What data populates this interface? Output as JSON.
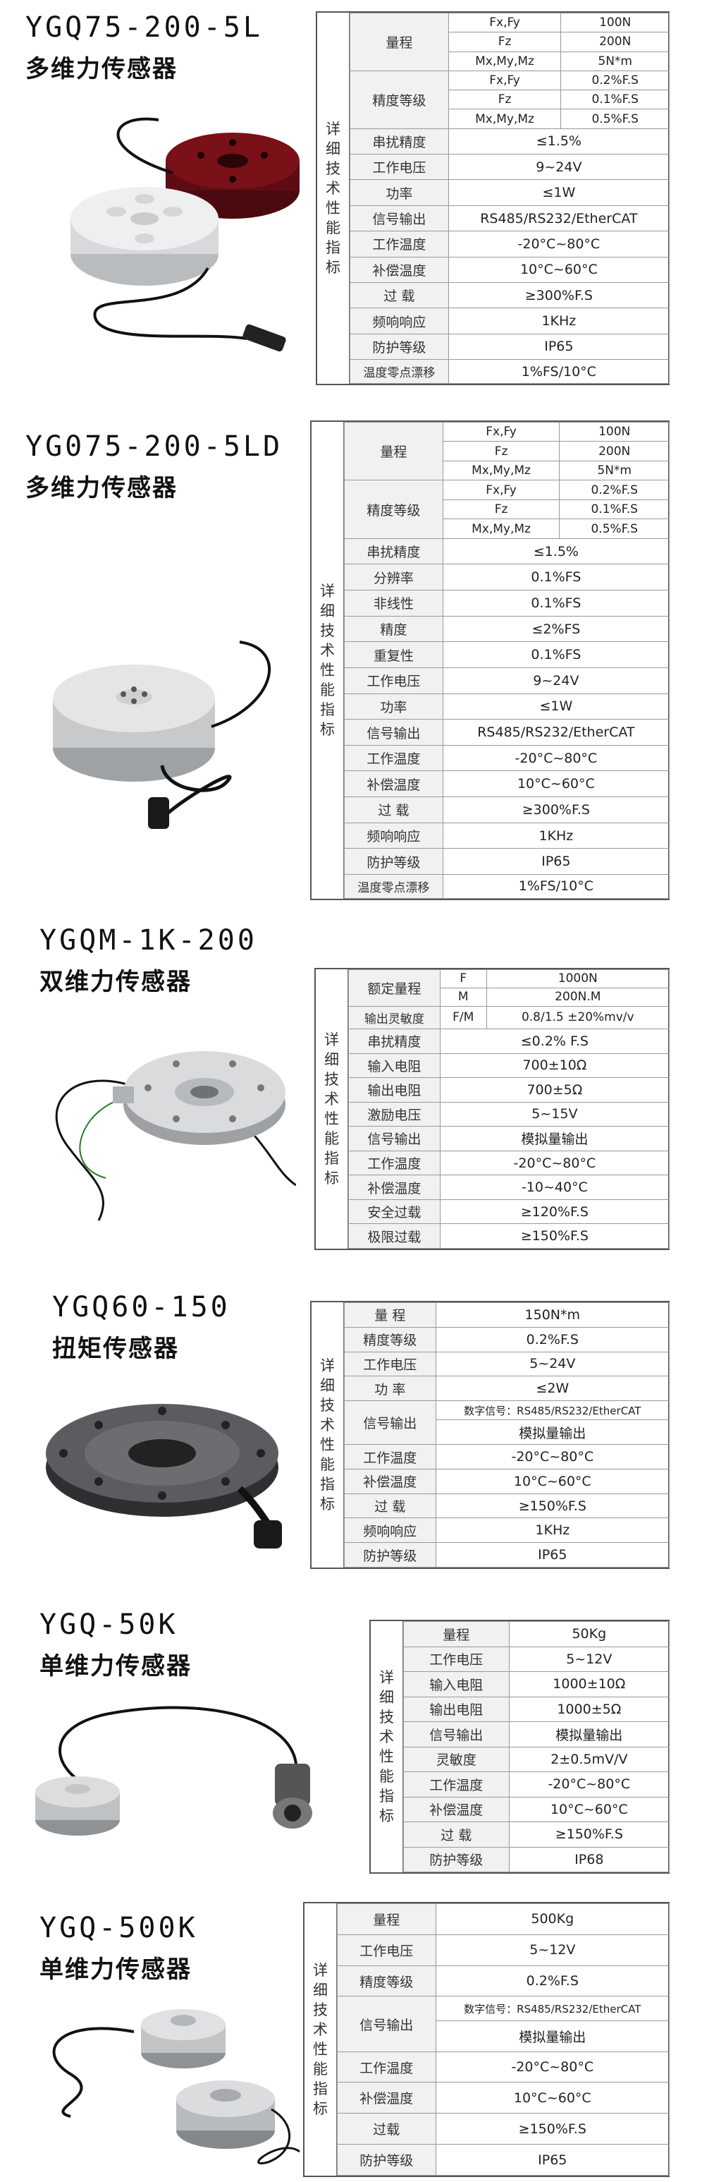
{
  "colors": {
    "accent": "#222222",
    "border": "#555555",
    "key_bg": "#f1f1f1",
    "red_sensor": "#7a1018"
  },
  "sections": [
    {
      "model": "YGQ75-200-5L",
      "name": "多维力传感器",
      "vlabel": [
        "详",
        "细",
        "技",
        "术",
        "性",
        "能",
        "指",
        "标"
      ],
      "range_label": "量程",
      "range": [
        [
          "Fx,Fy",
          "100N"
        ],
        [
          "Fz",
          "200N"
        ],
        [
          "Mx,My,Mz",
          "5N*m"
        ]
      ],
      "accuracy_label": "精度等级",
      "accuracy": [
        [
          "Fx,Fy",
          "0.2%F.S"
        ],
        [
          "Fz",
          "0.1%F.S"
        ],
        [
          "Mx,My,Mz",
          "0.5%F.S"
        ]
      ],
      "rows": [
        [
          "串扰精度",
          "≤1.5%"
        ],
        [
          "工作电压",
          "9~24V"
        ],
        [
          "功率",
          "≤1W"
        ],
        [
          "信号输出",
          "RS485/RS232/EtherCAT"
        ],
        [
          "工作温度",
          "-20°C~80°C"
        ],
        [
          "补偿温度",
          "10°C~60°C"
        ],
        [
          "过 载",
          "≥300%F.S"
        ],
        [
          "频响响应",
          "1KHz"
        ],
        [
          "防护等级",
          "IP65"
        ],
        [
          "温度零点漂移",
          "1%FS/10°C"
        ]
      ]
    },
    {
      "model": "YG075-200-5LD",
      "name": "多维力传感器",
      "vlabel": [
        "详",
        "细",
        "技",
        "术",
        "性",
        "能",
        "指",
        "标"
      ],
      "range_label": "量程",
      "range": [
        [
          "Fx,Fy",
          "100N"
        ],
        [
          "Fz",
          "200N"
        ],
        [
          "Mx,My,Mz",
          "5N*m"
        ]
      ],
      "accuracy_label": "精度等级",
      "accuracy": [
        [
          "Fx,Fy",
          "0.2%F.S"
        ],
        [
          "Fz",
          "0.1%F.S"
        ],
        [
          "Mx,My,Mz",
          "0.5%F.S"
        ]
      ],
      "rows": [
        [
          "串扰精度",
          "≤1.5%"
        ],
        [
          "分辨率",
          "0.1%FS"
        ],
        [
          "非线性",
          "0.1%FS"
        ],
        [
          "精度",
          "≤2%FS"
        ],
        [
          "重复性",
          "0.1%FS"
        ],
        [
          "工作电压",
          "9~24V"
        ],
        [
          "功率",
          "≤1W"
        ],
        [
          "信号输出",
          "RS485/RS232/EtherCAT"
        ],
        [
          "工作温度",
          "-20°C~80°C"
        ],
        [
          "补偿温度",
          "10°C~60°C"
        ],
        [
          "过 载",
          "≥300%F.S"
        ],
        [
          "频响响应",
          "1KHz"
        ],
        [
          "防护等级",
          "IP65"
        ],
        [
          "温度零点漂移",
          "1%FS/10°C"
        ]
      ]
    },
    {
      "model": "YGQM-1K-200",
      "name": "双维力传感器",
      "vlabel": [
        "详",
        "细",
        "技",
        "术",
        "性",
        "能",
        "指",
        "标"
      ],
      "rated_label": "额定量程",
      "rated": [
        [
          "F",
          "1000N"
        ],
        [
          "M",
          "200N.M"
        ]
      ],
      "sens_label": "输出灵敏度",
      "sens": [
        "F/M",
        "0.8/1.5 ±20%mv/v"
      ],
      "rows": [
        [
          "串扰精度",
          "≤0.2% F.S"
        ],
        [
          "输入电阻",
          "700±10Ω"
        ],
        [
          "输出电阻",
          "700±5Ω"
        ],
        [
          "激励电压",
          "5~15V"
        ],
        [
          "信号输出",
          "模拟量输出"
        ],
        [
          "工作温度",
          "-20°C~80°C"
        ],
        [
          "补偿温度",
          "-10~40°C"
        ],
        [
          "安全过载",
          "≥120%F.S"
        ],
        [
          "极限过载",
          "≥150%F.S"
        ]
      ]
    },
    {
      "model": "YGQ60-150",
      "name": "扭矩传感器",
      "vlabel": [
        "详",
        "细",
        "技",
        "术",
        "性",
        "能",
        "指",
        "标"
      ],
      "rows_top": [
        [
          "量 程",
          "150N*m"
        ],
        [
          "精度等级",
          "0.2%F.S"
        ],
        [
          "工作电压",
          "5~24V"
        ],
        [
          "功 率",
          "≤2W"
        ]
      ],
      "signal_label": "信号输出",
      "signal": [
        "数字信号：RS485/RS232/EtherCAT",
        "模拟量输出"
      ],
      "rows_bottom": [
        [
          "工作温度",
          "-20°C~80°C"
        ],
        [
          "补偿温度",
          "10°C~60°C"
        ],
        [
          "过 载",
          "≥150%F.S"
        ],
        [
          "频响响应",
          "1KHz"
        ],
        [
          "防护等级",
          "IP65"
        ]
      ]
    },
    {
      "model": "YGQ-50K",
      "name": "单维力传感器",
      "vlabel": [
        "详",
        "细",
        "技",
        "术",
        "性",
        "能",
        "指",
        "标"
      ],
      "rows": [
        [
          "量程",
          "50Kg"
        ],
        [
          "工作电压",
          "5~12V"
        ],
        [
          "输入电阻",
          "1000±10Ω"
        ],
        [
          "输出电阻",
          "1000±5Ω"
        ],
        [
          "信号输出",
          "模拟量输出"
        ],
        [
          "灵敏度",
          "2±0.5mV/V"
        ],
        [
          "工作温度",
          "-20°C~80°C"
        ],
        [
          "补偿温度",
          "10°C~60°C"
        ],
        [
          "过 载",
          "≥150%F.S"
        ],
        [
          "防护等级",
          "IP68"
        ]
      ]
    },
    {
      "model": "YGQ-500K",
      "name": "单维力传感器",
      "vlabel": [
        "详",
        "细",
        "技",
        "术",
        "性",
        "能",
        "指",
        "标"
      ],
      "rows_top": [
        [
          "量程",
          "500Kg"
        ],
        [
          "工作电压",
          "5~12V"
        ],
        [
          "精度等级",
          "0.2%F.S"
        ]
      ],
      "signal_label": "信号输出",
      "signal": [
        "数字信号：RS485/RS232/EtherCAT",
        "模拟量输出"
      ],
      "rows_bottom": [
        [
          "工作温度",
          "-20°C~80°C"
        ],
        [
          "补偿温度",
          "10°C~60°C"
        ],
        [
          "过载",
          "≥150%F.S"
        ],
        [
          "防护等级",
          "IP65"
        ]
      ]
    }
  ]
}
